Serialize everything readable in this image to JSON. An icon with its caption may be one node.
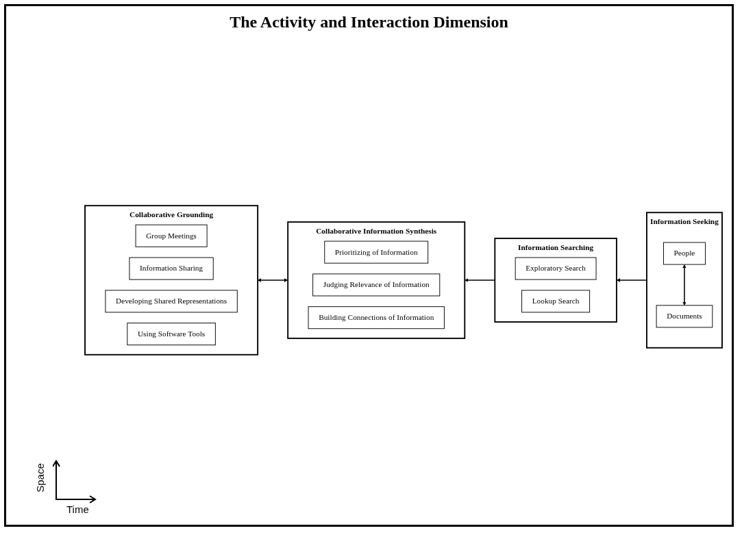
{
  "diagram": {
    "title": "The Activity and Interaction Dimension",
    "nodes": [
      {
        "text": [
          "Collaborative Information Synthesis"
        ]
      },
      {
        "text": [
          "Prioritizing of Information"
        ],
        "in": 0
      },
      {
        "text": [
          "Judging Relevance of Information"
        ],
        "in": 0
      },
      {
        "text": [
          "Building Connections of Information"
        ],
        "in": 0
      },
      {
        "text": [
          "Information Searching"
        ]
      },
      {
        "text": [
          "Exploratory Search"
        ],
        "in": 4
      },
      {
        "text": [
          "Lookup Search"
        ],
        "in": 4
      },
      {
        "text": [
          "Information Seeking"
        ]
      },
      {
        "text": [
          "People"
        ],
        "in": 7
      },
      {
        "text": [
          "Documents"
        ],
        "in": 7
      },
      {
        "text": [
          "Collaborative Grounding"
        ]
      },
      {
        "text": [
          "Group Meetings"
        ],
        "in": 10
      },
      {
        "text": [
          "Information Sharing"
        ],
        "in": 10
      },
      {
        "text": [
          "Developing Shared Representations"
        ],
        "in": 10
      },
      {
        "text": [
          "Using Software Tools"
        ],
        "in": 10
      }
    ],
    "edges": [
      {
        "from": 7,
        "to": 4,
        "arrow": "to"
      },
      {
        "from": 4,
        "to": 0,
        "arrow": "to"
      },
      {
        "from": 8,
        "to": 9,
        "arrow": "both"
      },
      {
        "from": 0,
        "to": 10,
        "arrow": "both"
      }
    ],
    "labels": [
      "Space",
      "Time"
    ]
  }
}
